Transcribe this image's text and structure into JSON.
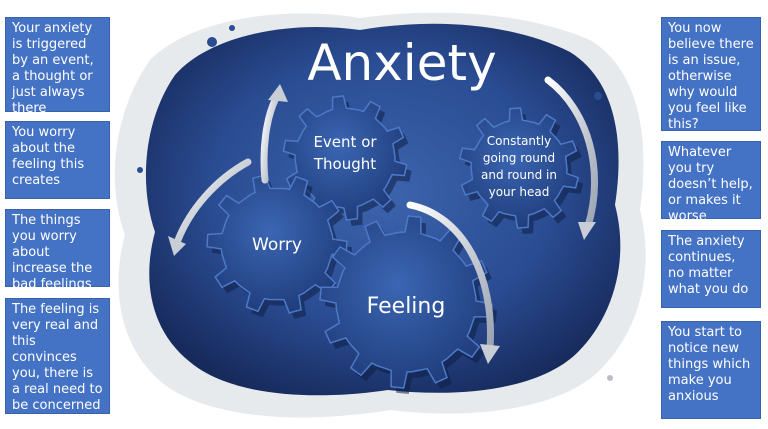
{
  "title": "Anxiety",
  "gears": {
    "event": [
      "Event or",
      "Thought"
    ],
    "worry": "Worry",
    "feeling": "Feeling",
    "constantly": [
      "Constantly",
      "going round",
      "and round in",
      "your head"
    ]
  },
  "left_boxes": [
    "Your anxiety is triggered by an event, a thought or just always there",
    "You worry about the feeling this creates",
    "The things you worry about increase the bad feelings",
    "The feeling is very real and this convinces you, there is a real need to be concerned"
  ],
  "right_boxes": [
    "You now believe there is an issue, otherwise why would you feel like this?",
    "Whatever you try doesn’t help, or makes it worse",
    "The anxiety continues, no matter what you do",
    "You start to notice new things which make you anxious"
  ],
  "colors": {
    "box": "#4472c4",
    "splash_dark": "#1c2f63",
    "splash_mid": "#2f5597",
    "gear": "#2a4b8f",
    "arrow": "#c8cdd6"
  }
}
